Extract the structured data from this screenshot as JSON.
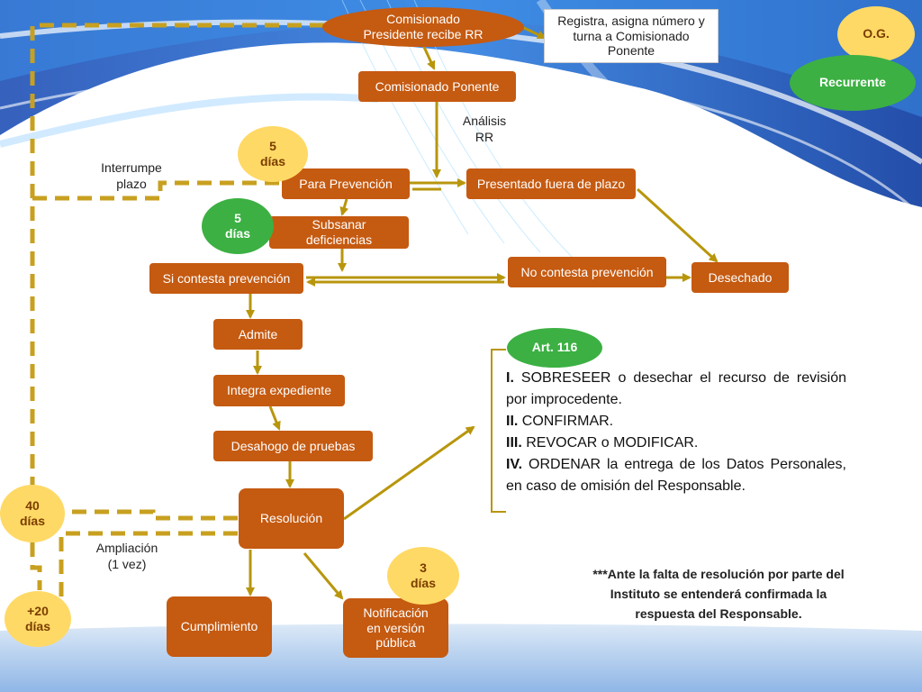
{
  "nodes": {
    "presidente": "Comisionado\nPresidente recibe RR",
    "registra": "Registra, asigna número y\nturna a Comisionado\nPonente",
    "ponente": "Comisionado Ponente",
    "prevencion": "Para Prevención",
    "fuera_plazo": "Presentado fuera de plazo",
    "subsanar": "Subsanar\ndeficiencias",
    "si_contesta": "Si contesta prevención",
    "no_contesta": "No contesta prevención",
    "desechado": "Desechado",
    "admite": "Admite",
    "integra": "Integra expediente",
    "desahogo": "Desahogo de pruebas",
    "resolucion": "Resolución",
    "cumplimiento": "Cumplimiento",
    "notificacion": "Notificación\nen versión\npública"
  },
  "badges": {
    "og": "O.G.",
    "recurrente": "Recurrente",
    "dias5_a": "5\ndías",
    "dias5_b": "5\ndías",
    "dias40": "40\ndías",
    "dias20": "+20\ndías",
    "dias3": "3\ndías",
    "art116": "Art. 116"
  },
  "labels": {
    "analisis": "Análisis\nRR",
    "interrumpe": "Interrumpe\nplazo",
    "ampliacion": "Ampliación\n(1 vez)"
  },
  "art116_items": [
    {
      "num": "I.",
      "text": " SOBRESEER o desechar el recurso de revisión por improcedente."
    },
    {
      "num": "II.",
      "text": " CONFIRMAR."
    },
    {
      "num": "III.",
      "text": " REVOCAR o MODIFICAR."
    },
    {
      "num": "IV.",
      "text": " ORDENAR la entrega de los Datos Personales, en caso de omisión del Responsable."
    }
  ],
  "note": "***Ante la falta de resolución por parte del Instituto se entenderá confirmada la respuesta del Responsable.",
  "colors": {
    "node": "#c55a11",
    "arrow": "#b8960c",
    "dash": "#c8a020",
    "yellow_badge": "#ffd966",
    "green_badge": "#3cb043"
  }
}
